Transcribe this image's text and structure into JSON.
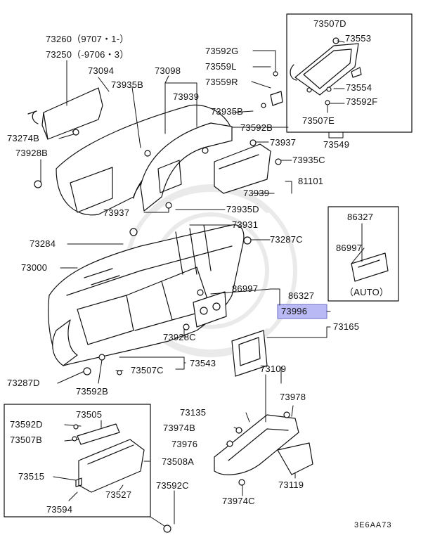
{
  "diagram_code": "3E6AA73",
  "labels": {
    "p73260": "73260（9707・1-）",
    "p73250": "73250（-9706・3）",
    "p73094": "73094",
    "p73098": "73098",
    "p73935B_a": "73935B",
    "p73939_a": "73939",
    "p73274B": "73274B",
    "p73928B": "73928B",
    "p73935B_b": "73935B",
    "p73592G": "73592G",
    "p73559L": "73559L",
    "p73559R": "73559R",
    "p73592B_a": "73592B",
    "p73507D": "73507D",
    "p73553": "73553",
    "p73554": "73554",
    "p73592F": "73592F",
    "p73507E": "73507E",
    "p73549": "73549",
    "p73937_a": "73937",
    "p73935C": "73935C",
    "p81101": "81101",
    "p73939_b": "73939",
    "p73937_b": "73937",
    "p73935D": "73935D",
    "p73931": "73931",
    "p73284": "73284",
    "p73287C": "73287C",
    "p86327_a": "86327",
    "p86997_a": "86997",
    "p_auto": "（AUTO）",
    "p73000": "73000",
    "p86997_b": "86997",
    "p86327_b": "86327",
    "p73996": "73996",
    "p73165": "73165",
    "p73928C": "73928C",
    "p73543": "73543",
    "p73507C": "73507C",
    "p73287D": "73287D",
    "p73592B_b": "73592B",
    "p73109": "73109",
    "p73978": "73978",
    "p73135": "73135",
    "p73974B": "73974B",
    "p73976": "73976",
    "p73119": "73119",
    "p73974C": "73974C",
    "p73592D": "73592D",
    "p73505": "73505",
    "p73507B": "73507B",
    "p73508A": "73508A",
    "p73515": "73515",
    "p73527": "73527",
    "p73594": "73594",
    "p73592C": "73592C"
  }
}
